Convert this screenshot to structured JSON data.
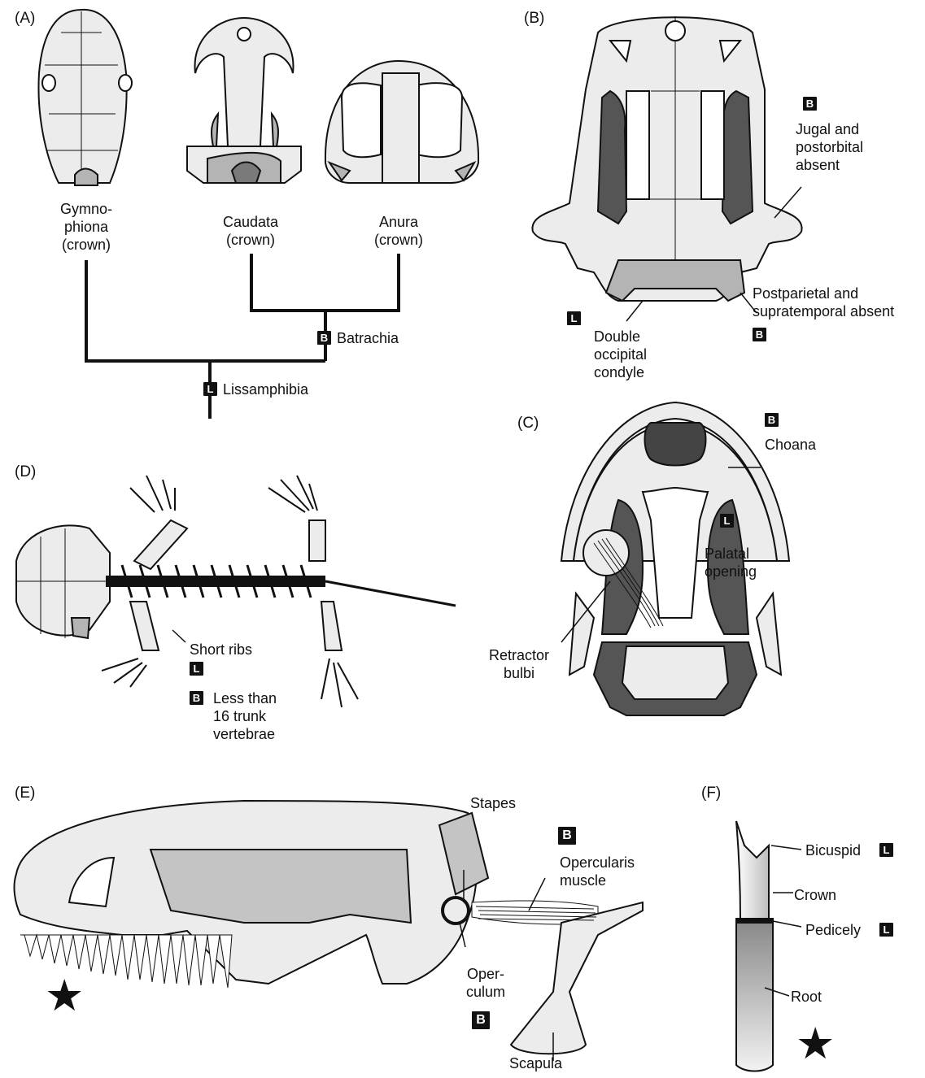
{
  "panels": {
    "a": "(A)",
    "b": "(B)",
    "c": "(C)",
    "d": "(D)",
    "e": "(E)",
    "f": "(F)"
  },
  "legend": {
    "lissamphibia_mark": "L",
    "batrachia_mark": "B",
    "star_glyph": "★"
  },
  "panel_a": {
    "taxa": [
      "Gymno-\nphiona\n(crown)",
      "Caudata\n(crown)",
      "Anura\n(crown)"
    ],
    "nodes": {
      "batrachia": "Batrachia",
      "lissamphibia": "Lissamphibia"
    }
  },
  "panel_b": {
    "jugal": "Jugal and\npostorbital\nabsent",
    "postparietal": "Postparietal and\nsupratemporal absent",
    "condyle": "Double\noccipital\ncondyle"
  },
  "panel_c": {
    "choana": "Choana",
    "palatal": "Palatal\nopening",
    "retractor": "Retractor\nbulbi"
  },
  "panel_d": {
    "ribs": "Short ribs",
    "vertebrae": "Less than\n16 trunk\nvertebrae"
  },
  "panel_e": {
    "stapes": "Stapes",
    "opercularis": "Opercularis\nmuscle",
    "operculum": "Oper-\nculum",
    "scapula": "Scapula"
  },
  "panel_f": {
    "bicuspid": "Bicuspid",
    "crown": "Crown",
    "pedicely": "Pedicely",
    "root": "Root"
  },
  "colors": {
    "bone": "#ececec",
    "shade": "#b4b4b4",
    "dark": "#555555",
    "line": "#111111"
  }
}
